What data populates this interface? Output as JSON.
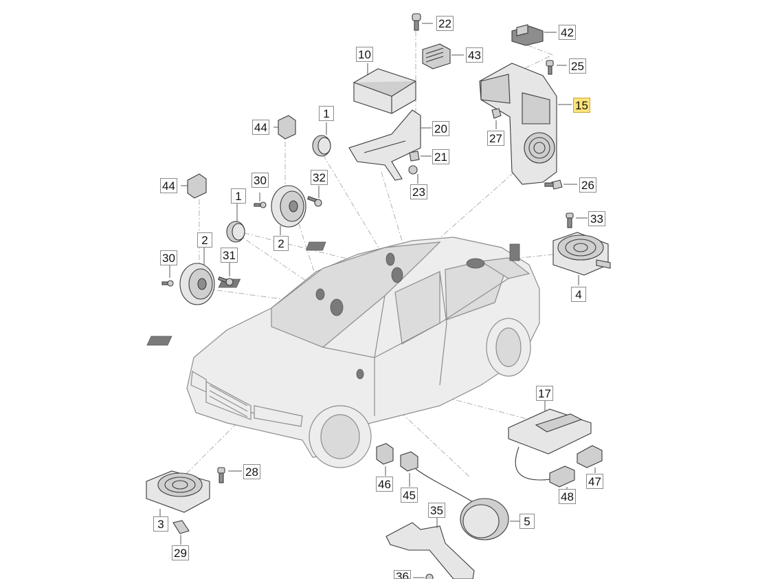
{
  "diagram": {
    "callouts": [
      {
        "id": "c22",
        "label": "22"
      },
      {
        "id": "c42",
        "label": "42"
      },
      {
        "id": "c10",
        "label": "10"
      },
      {
        "id": "c43",
        "label": "43"
      },
      {
        "id": "c25",
        "label": "25"
      },
      {
        "id": "c15",
        "label": "15",
        "highlight": true
      },
      {
        "id": "c44a",
        "label": "44"
      },
      {
        "id": "c1a",
        "label": "1"
      },
      {
        "id": "c20",
        "label": "20"
      },
      {
        "id": "c27",
        "label": "27"
      },
      {
        "id": "c21",
        "label": "21"
      },
      {
        "id": "c44b",
        "label": "44"
      },
      {
        "id": "c30a",
        "label": "30"
      },
      {
        "id": "c32",
        "label": "32"
      },
      {
        "id": "c26",
        "label": "26"
      },
      {
        "id": "c23",
        "label": "23"
      },
      {
        "id": "c1b",
        "label": "1"
      },
      {
        "id": "c33",
        "label": "33"
      },
      {
        "id": "c2a",
        "label": "2"
      },
      {
        "id": "c2b",
        "label": "2"
      },
      {
        "id": "c30b",
        "label": "30"
      },
      {
        "id": "c31",
        "label": "31"
      },
      {
        "id": "c4",
        "label": "4"
      },
      {
        "id": "c17",
        "label": "17"
      },
      {
        "id": "c28",
        "label": "28"
      },
      {
        "id": "c46",
        "label": "46"
      },
      {
        "id": "c45",
        "label": "45"
      },
      {
        "id": "c47",
        "label": "47"
      },
      {
        "id": "c48",
        "label": "48"
      },
      {
        "id": "c3",
        "label": "3"
      },
      {
        "id": "c35",
        "label": "35"
      },
      {
        "id": "c5",
        "label": "5"
      },
      {
        "id": "c29",
        "label": "29"
      },
      {
        "id": "c36",
        "label": "36"
      }
    ]
  }
}
